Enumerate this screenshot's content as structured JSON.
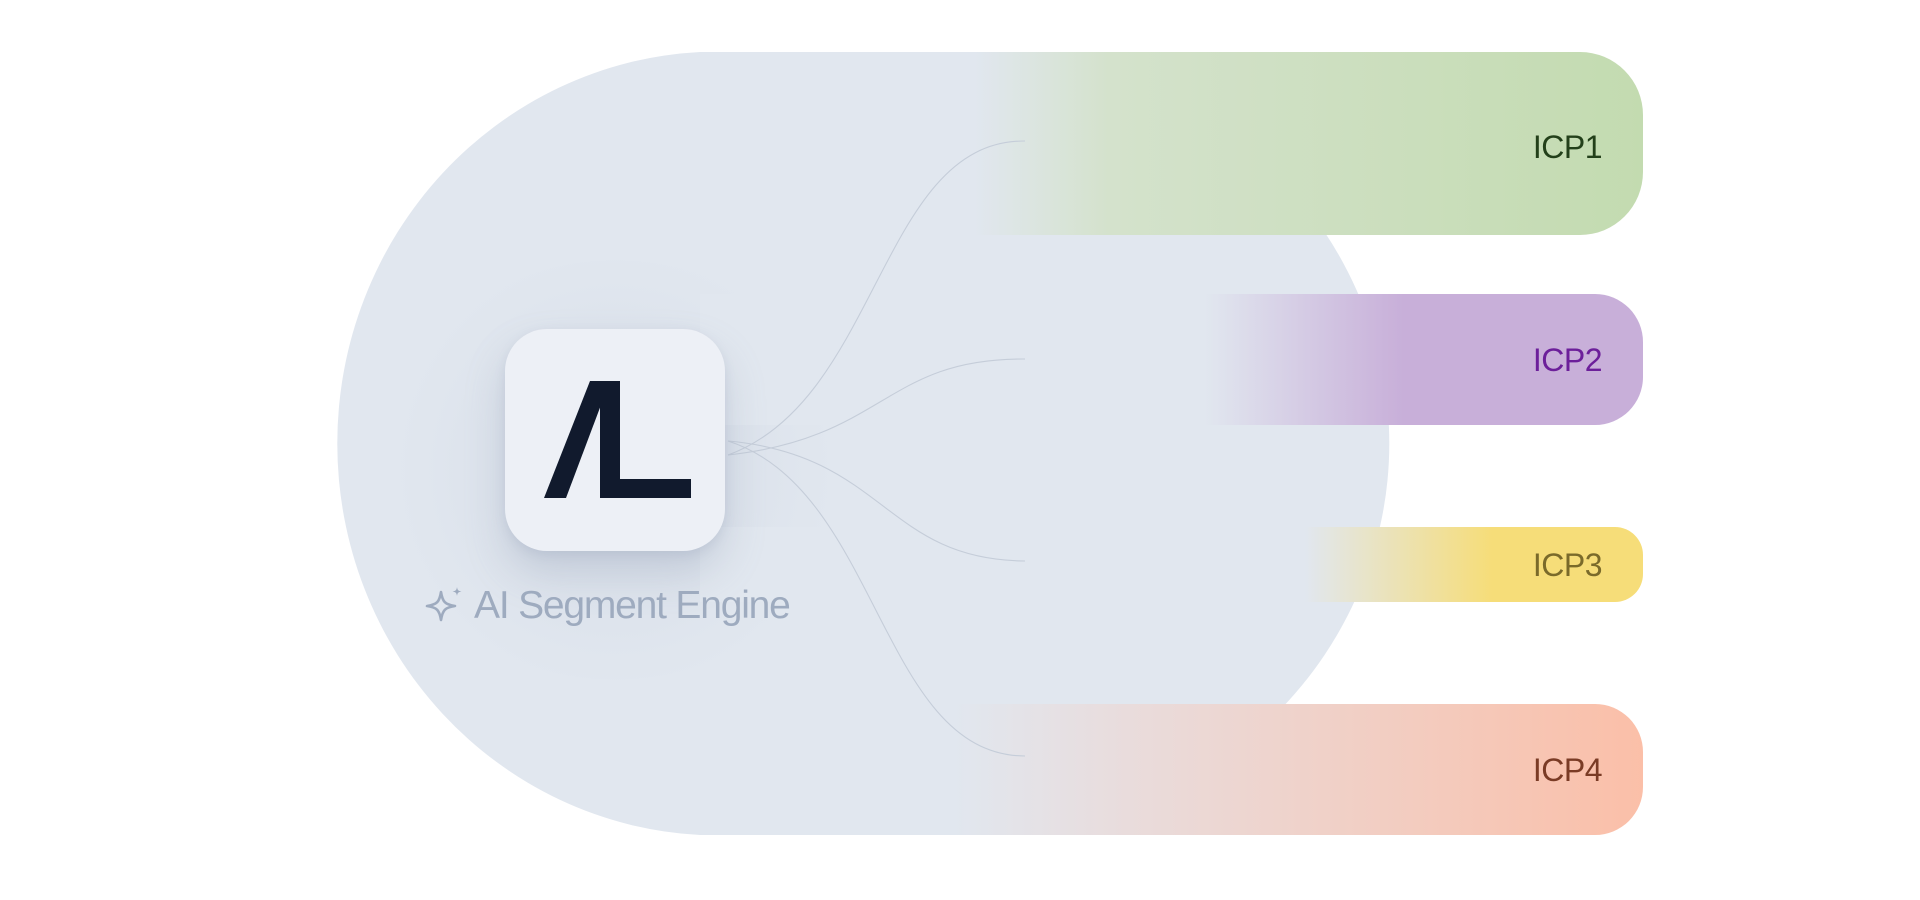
{
  "engine": {
    "logo_text": "AL",
    "label": "AI Segment Engine",
    "icon": "sparkle-icon"
  },
  "segments": [
    {
      "label": "ICP1",
      "text_color": "#23401a",
      "fill": "#c3dbb0"
    },
    {
      "label": "ICP2",
      "text_color": "#6c1f9a",
      "fill": "#c8afd9"
    },
    {
      "label": "ICP3",
      "text_color": "#7a6a2a",
      "fill": "#f6dd79"
    },
    {
      "label": "ICP4",
      "text_color": "#7a3b25",
      "fill": "#fbbfa8"
    }
  ],
  "colors": {
    "background": "#ffffff",
    "hub": "#e1e7ef",
    "logo_card": "#edf0f6",
    "logo_mark": "#111a2d",
    "label_muted": "#9eabbf",
    "connector": "#c5cdd9"
  }
}
